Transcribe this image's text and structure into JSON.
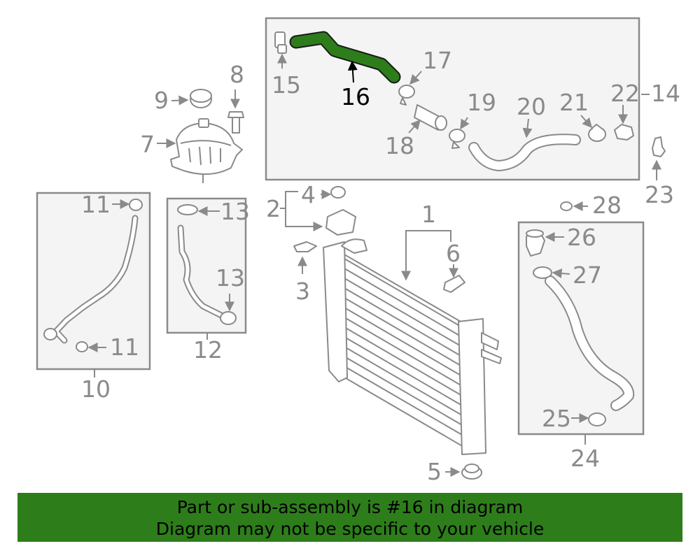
{
  "diagram": {
    "highlight_color": "#2e7d1b",
    "labels": {
      "1": "1",
      "2": "2",
      "3": "3",
      "4": "4",
      "5": "5",
      "6": "6",
      "7": "7",
      "8": "8",
      "9": "9",
      "10": "10",
      "11a": "11",
      "11b": "11",
      "12": "12",
      "13a": "13",
      "13b": "13",
      "14": "14",
      "15": "15",
      "16": "16",
      "17": "17",
      "18": "18",
      "19": "19",
      "20": "20",
      "21": "21",
      "22": "22",
      "23": "23",
      "24": "24",
      "25": "25",
      "26": "26",
      "27": "27",
      "28": "28"
    }
  },
  "banner": {
    "line1": "Part or sub-assembly is #16 in diagram",
    "line2": "Diagram may not be specific to your vehicle"
  }
}
